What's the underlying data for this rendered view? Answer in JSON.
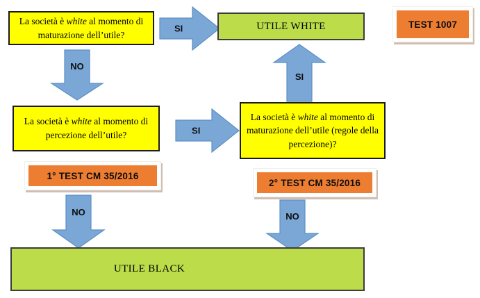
{
  "diagram": {
    "title_absent": true,
    "palette": {
      "decision_fill": "#ffff00",
      "decision_border": "#1a1a1a",
      "terminal_fill": "#bcdc49",
      "terminal_border": "#3c3c3c",
      "accent_orange": "#ed7d31",
      "arrow_fill": "#7ba7d7",
      "arrow_border": "#5b8fc4",
      "background": "#ffffff"
    },
    "nodes": {
      "question1": {
        "text_before": "La società è ",
        "text_italic": "white",
        "text_after": " al momento di maturazione dell’utile?"
      },
      "question2": {
        "text_before": "La società è ",
        "text_italic": "white",
        "text_after": " al momento di percezione dell’utile?"
      },
      "question3": {
        "text_before": "La società è ",
        "text_italic": "white",
        "text_after": " al momento di maturazione dell’utile (regole della percezione)?"
      },
      "utile_white": {
        "label": "UTILE WHITE"
      },
      "utile_black": {
        "label": "UTILE BLACK"
      }
    },
    "annotations": {
      "test1007": {
        "label": "TEST 1007"
      },
      "test_cm_1": {
        "label": "1° TEST CM 35/2016"
      },
      "test_cm_2": {
        "label": "2° TEST CM 35/2016"
      }
    },
    "arrows": {
      "q1_si_white": {
        "label": "SI",
        "direction": "right"
      },
      "q1_no_q2": {
        "label": "NO",
        "direction": "down"
      },
      "q2_si_q3": {
        "label": "SI",
        "direction": "right"
      },
      "q3_si_white": {
        "label": "SI",
        "direction": "up"
      },
      "q2_no_black": {
        "label": "NO",
        "direction": "down"
      },
      "q3_no_black": {
        "label": "NO",
        "direction": "down"
      }
    }
  }
}
